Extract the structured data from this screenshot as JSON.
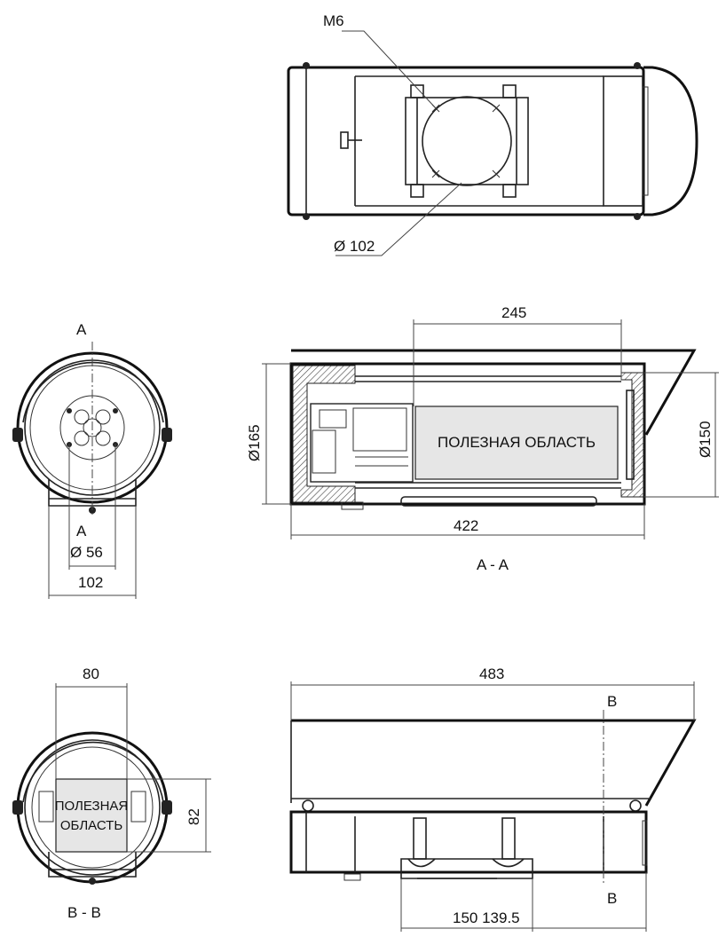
{
  "top_view": {
    "thread_label": "M6",
    "bolt_circle_label": "Ø 102"
  },
  "end_view_a": {
    "section_mark_top": "A",
    "section_mark_bottom": "A",
    "inner_dim": "Ø 56",
    "outer_dim": "102"
  },
  "section_a": {
    "top_dim": "245",
    "left_dim": "Ø165",
    "right_dim": "Ø150",
    "bottom_dim": "422",
    "area_label": "ПОЛЕЗНАЯ ОБЛАСТЬ",
    "caption": "A - A"
  },
  "end_view_b": {
    "width_dim": "80",
    "height_dim": "82",
    "area_label_line1": "ПОЛЕЗНАЯ",
    "area_label_line2": "ОБЛАСТЬ",
    "caption": "B - B"
  },
  "side_view": {
    "length_dim": "483",
    "section_mark_top": "B",
    "section_mark_bottom": "B",
    "bottom_dims": "150 139.5"
  }
}
